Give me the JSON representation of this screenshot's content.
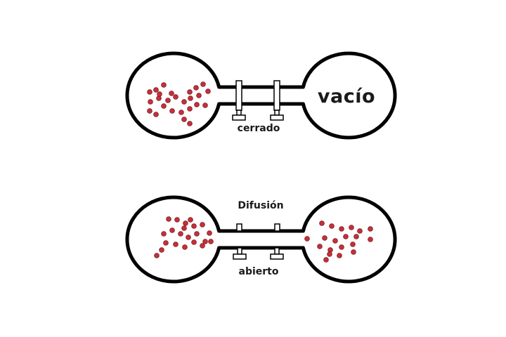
{
  "top_apparatus": {
    "valve_label": "cerrado",
    "right_flask_label": "vacío",
    "left_molecule_count": 26,
    "right_molecule_count": 0
  },
  "bottom_apparatus": {
    "title": "Difusión",
    "valve_label": "abierto",
    "left_molecule_count": 22,
    "right_molecule_count": 20
  },
  "colors": {
    "outline": "#000000",
    "molecule_fill": "#c5303a",
    "molecule_stroke": "#7a1a20",
    "text": "#1a1a1a"
  }
}
